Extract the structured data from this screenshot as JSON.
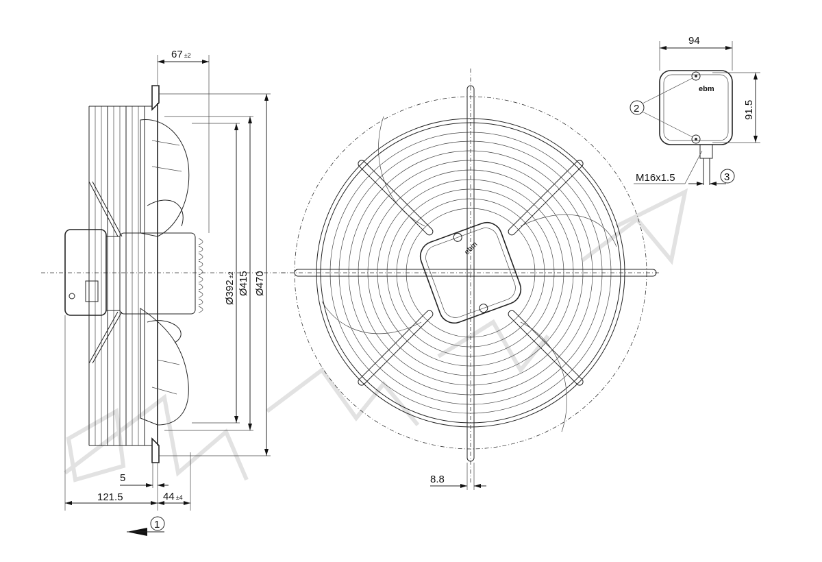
{
  "drawing": {
    "side_view": {
      "dim_depth": {
        "value": "67",
        "tolerance": "±2"
      },
      "dim_inner_dia": {
        "value": "Ø392",
        "tolerance": "±2"
      },
      "dim_bolt_circle": {
        "value": "Ø415"
      },
      "dim_outer_dia": {
        "value": "Ø470"
      },
      "dim_flange": {
        "value": "5"
      },
      "dim_total": {
        "value": "121.5"
      },
      "dim_offset": {
        "value": "44",
        "tolerance": "±4"
      },
      "airflow_callout": "1"
    },
    "front_view": {
      "dim_bar_width": {
        "value": "8.8"
      },
      "logo": "ebm"
    },
    "terminal_box": {
      "dim_width": "94",
      "dim_height": "91.5",
      "screws_callout": "2",
      "cable_callout": "3",
      "cable_gland": "M16x1.5",
      "logo": "ebm"
    }
  }
}
